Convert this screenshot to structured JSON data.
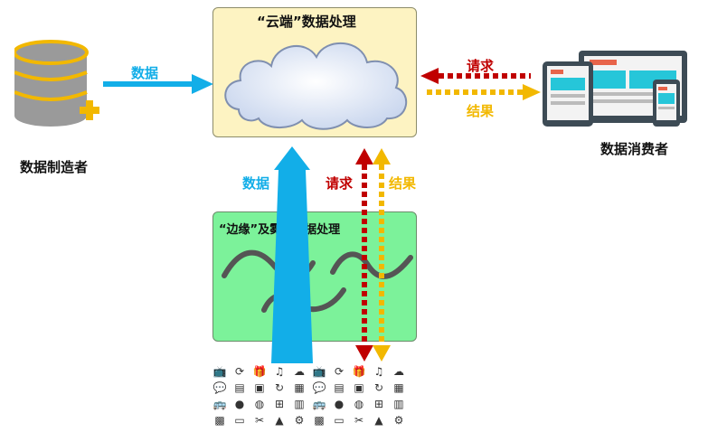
{
  "cloud": {
    "title": "“云端”数据处理"
  },
  "edge": {
    "title": "“边缘”及雾端数据处理"
  },
  "producer": {
    "label": "数据制造者",
    "arrow_label": "数据"
  },
  "consumer": {
    "label": "数据消费者",
    "request_label": "请求",
    "result_label": "结果"
  },
  "vertical": {
    "data_label": "数据",
    "request_label": "请求",
    "result_label": "结果"
  },
  "colors": {
    "data_arrow": "#12aee8",
    "request_arrow": "#c00000",
    "result_arrow": "#f2b800",
    "cloud_box_bg": "#fdf3c2",
    "edge_box_bg": "#7cf29a",
    "database": "#9a9a9a",
    "database_accent": "#f2b800"
  },
  "devices": {
    "icons": [
      "tv-icon",
      "refresh-icon",
      "gift-icon",
      "music-icon",
      "cloud-icon",
      "tv-icon",
      "refresh-icon",
      "gift-icon",
      "music-icon",
      "cloud-icon",
      "chat-icon",
      "document-icon",
      "contact-icon",
      "sync-icon",
      "save-icon",
      "chat-icon",
      "document-icon",
      "contact-icon",
      "sync-icon",
      "save-icon",
      "bus-icon",
      "apple-icon",
      "globe-icon",
      "robot-icon",
      "chart-icon",
      "bus-icon",
      "apple-icon",
      "globe-icon",
      "robot-icon",
      "chart-icon",
      "calculator-icon",
      "briefcase-icon",
      "tools-icon",
      "lock-icon",
      "gears-icon",
      "calculator-icon",
      "briefcase-icon",
      "tools-icon",
      "lock-icon",
      "gears-icon"
    ]
  }
}
